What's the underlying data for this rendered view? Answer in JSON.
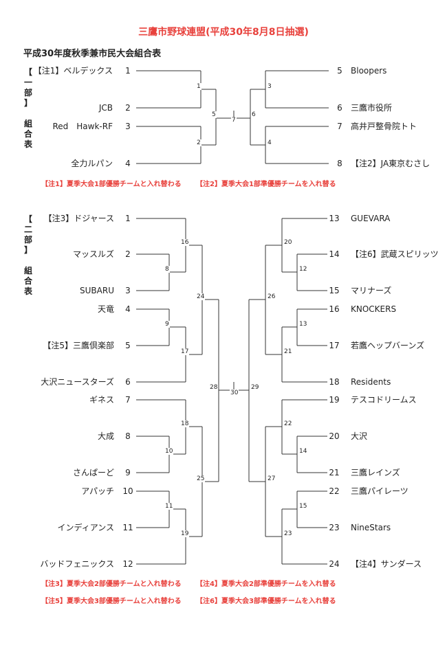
{
  "header": {
    "title": "三鷹市野球連盟(平成30年8月8日抽選)",
    "subtitle": "平成30年度秋季兼市民大会組合表"
  },
  "div1": {
    "label": [
      "【",
      "一",
      "部",
      "】",
      "",
      "組",
      "合",
      "表"
    ],
    "left": [
      {
        "seed": "1",
        "team": "【注1】ベルデックス"
      },
      {
        "seed": "2",
        "team": "JCB"
      },
      {
        "seed": "3",
        "team": "Red　Hawk-RF"
      },
      {
        "seed": "4",
        "team": "全力ルパン"
      }
    ],
    "right": [
      {
        "seed": "5",
        "team": "Bloopers"
      },
      {
        "seed": "6",
        "team": "三鷹市役所"
      },
      {
        "seed": "7",
        "team": "高井戸整骨院トト"
      },
      {
        "seed": "8",
        "team": "【注2】JA東京むさし"
      }
    ],
    "games": [
      "1",
      "2",
      "3",
      "4",
      "5",
      "6",
      "7"
    ],
    "note1": "【注1】夏季大会1部優勝チームと入れ替わる",
    "note2": "【注2】夏季大会1部準優勝チームを入れ替る"
  },
  "div2": {
    "label": [
      "【",
      "二",
      "部",
      "】",
      "",
      "組",
      "合",
      "表"
    ],
    "left": [
      {
        "seed": "1",
        "team": "【注3】ドジャース"
      },
      {
        "seed": "2",
        "team": "マッスルズ"
      },
      {
        "seed": "3",
        "team": "SUBARU"
      },
      {
        "seed": "4",
        "team": "天竜"
      },
      {
        "seed": "5",
        "team": "【注5】三鷹倶楽部"
      },
      {
        "seed": "6",
        "team": "大沢ニュースターズ"
      },
      {
        "seed": "7",
        "team": "ギネス"
      },
      {
        "seed": "8",
        "team": "大成"
      },
      {
        "seed": "9",
        "team": "さんぱーど"
      },
      {
        "seed": "10",
        "team": "アパッチ"
      },
      {
        "seed": "11",
        "team": "インディアンス"
      },
      {
        "seed": "12",
        "team": "バッドフェニックス"
      }
    ],
    "right": [
      {
        "seed": "13",
        "team": "GUEVARA"
      },
      {
        "seed": "14",
        "team": "【注6】武蔵スピリッツ"
      },
      {
        "seed": "15",
        "team": "マリナーズ"
      },
      {
        "seed": "16",
        "team": "KNOCKERS"
      },
      {
        "seed": "17",
        "team": "若鷹ヘップバーンズ"
      },
      {
        "seed": "18",
        "team": "Residents"
      },
      {
        "seed": "19",
        "team": "テスコドリームス"
      },
      {
        "seed": "20",
        "team": "大沢"
      },
      {
        "seed": "21",
        "team": "三鷹レインズ"
      },
      {
        "seed": "22",
        "team": "三鷹パイレーツ"
      },
      {
        "seed": "23",
        "team": "NineStars"
      },
      {
        "seed": "24",
        "team": "【注4】サンダース"
      }
    ],
    "games": [
      "8",
      "9",
      "10",
      "11",
      "12",
      "13",
      "14",
      "15",
      "16",
      "17",
      "18",
      "19",
      "20",
      "21",
      "22",
      "23",
      "24",
      "25",
      "26",
      "27",
      "28",
      "29",
      "30"
    ],
    "note3": "【注3】夏季大会2部優勝チームと入れ替わる",
    "note4": "【注4】夏季大会2部準優勝チームを入れ替る",
    "note5": "【注5】夏季大会3部優勝チームと入れ替わる",
    "note6": "【注6】夏季大会3部準優勝チームを入れ替る"
  }
}
